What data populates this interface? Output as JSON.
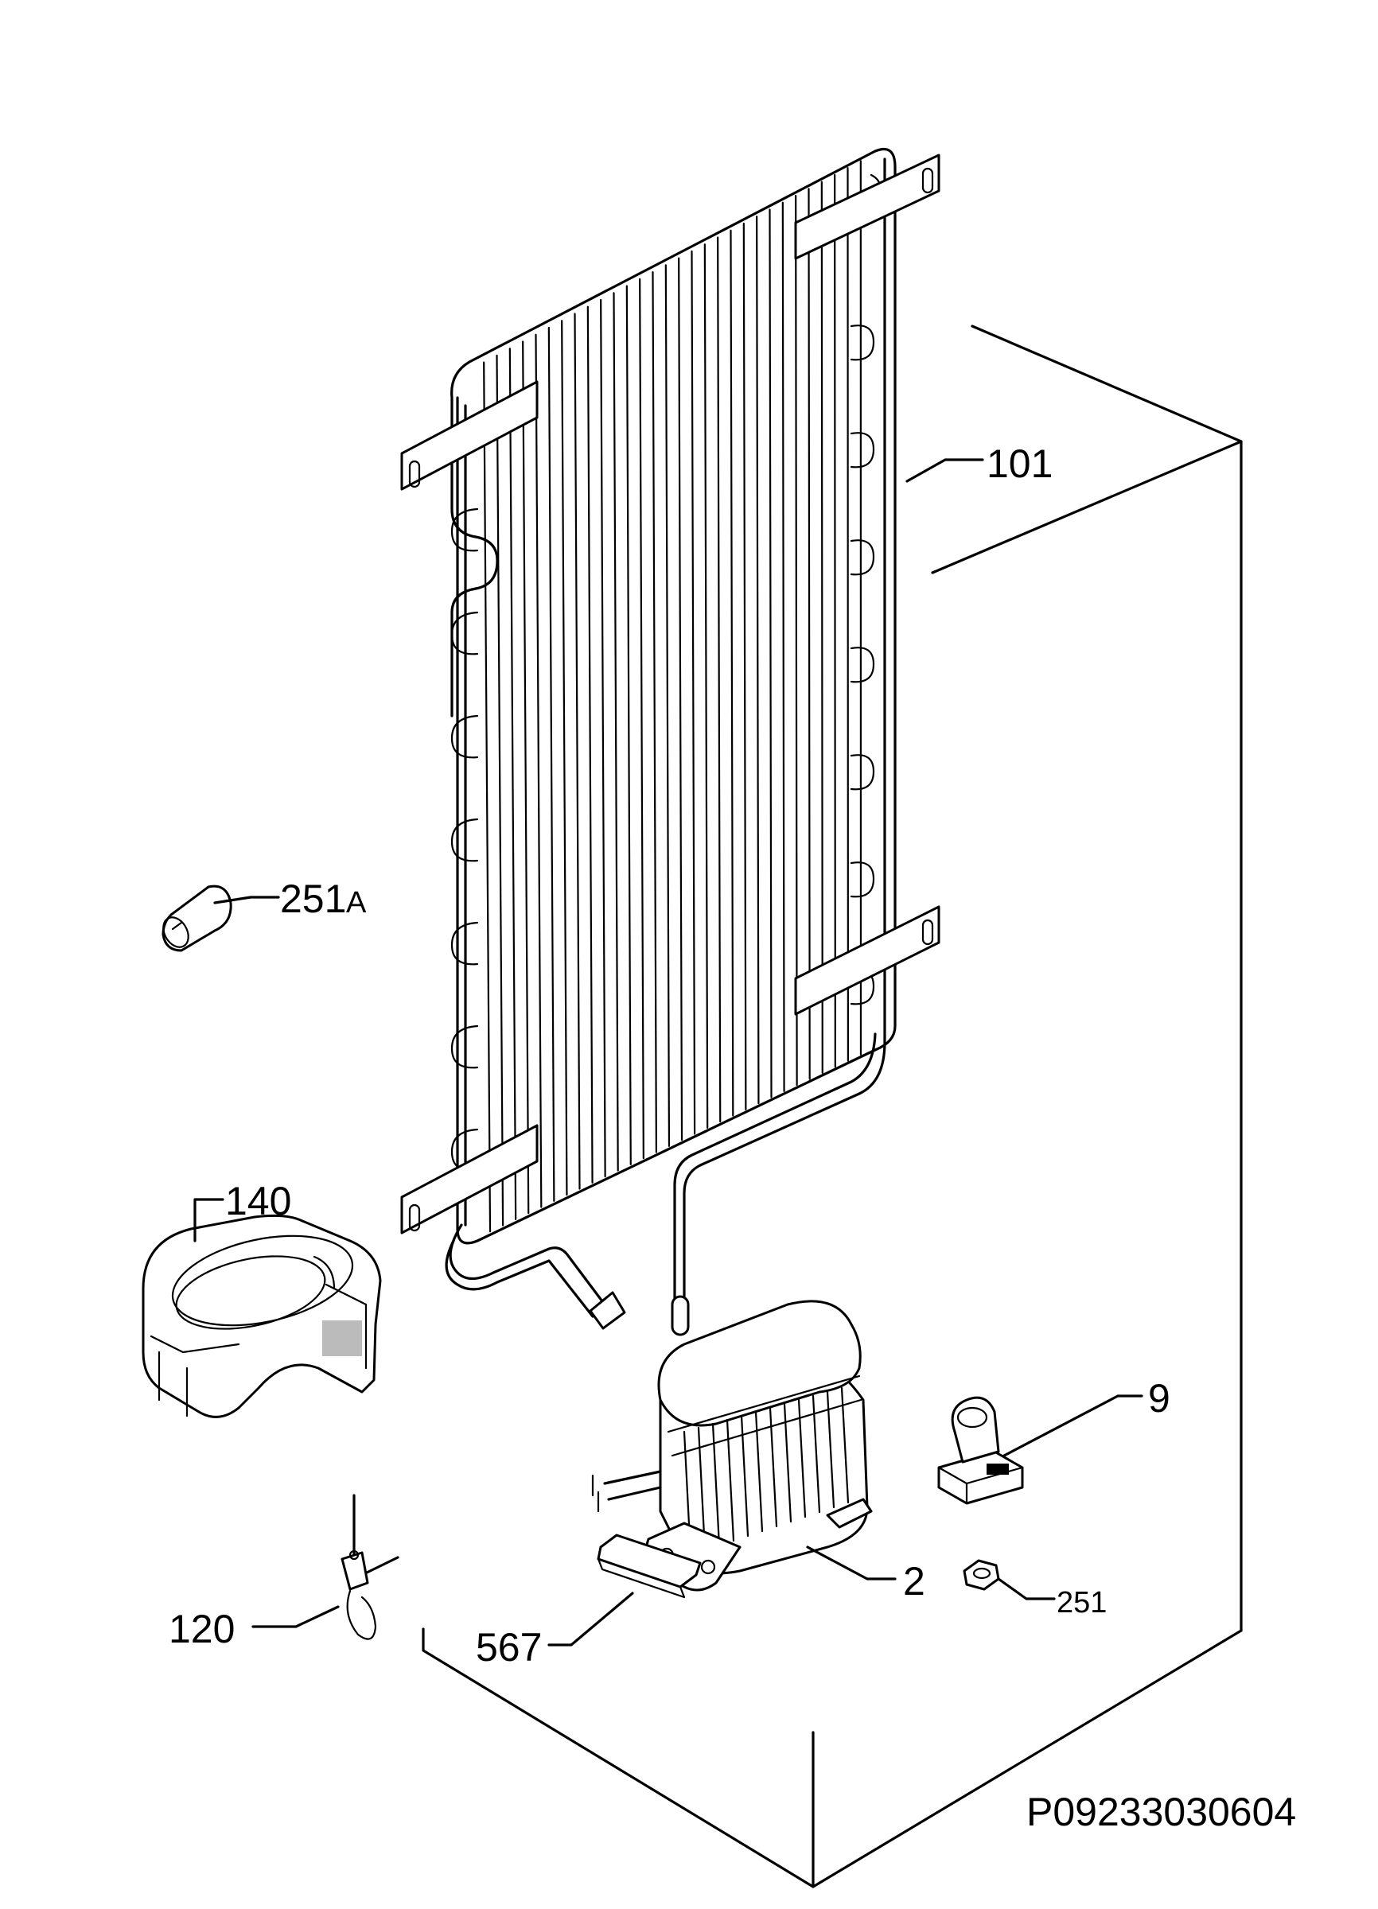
{
  "drawing_code": "P09233030604",
  "callouts": {
    "c101": "101",
    "c251a": "251",
    "c251a_suffix": "A",
    "c140": "140",
    "c9": "9",
    "c2": "2",
    "c251": "251",
    "c120": "120",
    "c567": "567"
  }
}
